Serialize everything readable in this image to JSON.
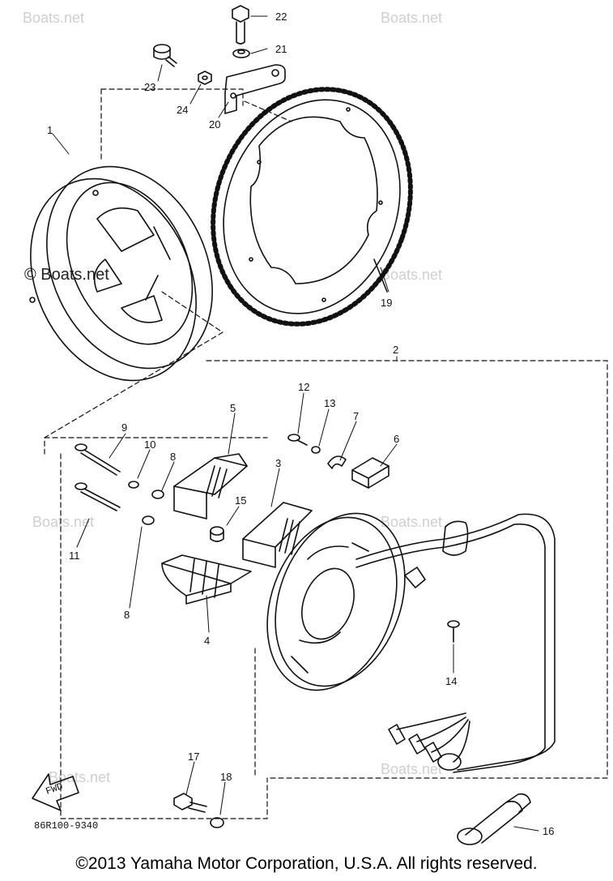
{
  "callouts": [
    {
      "id": "22",
      "label": "22"
    },
    {
      "id": "21",
      "label": "21"
    },
    {
      "id": "23",
      "label": "23"
    },
    {
      "id": "24",
      "label": "24"
    },
    {
      "id": "20",
      "label": "20"
    },
    {
      "id": "1",
      "label": "1"
    },
    {
      "id": "19",
      "label": "19"
    },
    {
      "id": "2",
      "label": "2"
    },
    {
      "id": "12",
      "label": "12"
    },
    {
      "id": "13",
      "label": "13"
    },
    {
      "id": "7",
      "label": "7"
    },
    {
      "id": "6",
      "label": "6"
    },
    {
      "id": "5",
      "label": "5"
    },
    {
      "id": "9",
      "label": "9"
    },
    {
      "id": "10",
      "label": "10"
    },
    {
      "id": "8a",
      "label": "8"
    },
    {
      "id": "3",
      "label": "3"
    },
    {
      "id": "15",
      "label": "15"
    },
    {
      "id": "11",
      "label": "11"
    },
    {
      "id": "8b",
      "label": "8"
    },
    {
      "id": "4",
      "label": "4"
    },
    {
      "id": "14",
      "label": "14"
    },
    {
      "id": "17",
      "label": "17"
    },
    {
      "id": "18",
      "label": "18"
    },
    {
      "id": "16",
      "label": "16"
    }
  ],
  "watermarks": {
    "text": "© Boats.net",
    "light_text": "Boats.net"
  },
  "fwd_label": "FWD",
  "diagram_code": "86R100-9340",
  "copyright": "©2013 Yamaha Motor Corporation, U.S.A. All rights reserved.",
  "colors": {
    "line": "#111111",
    "watermark": "#cfcfcf",
    "background": "#ffffff"
  }
}
